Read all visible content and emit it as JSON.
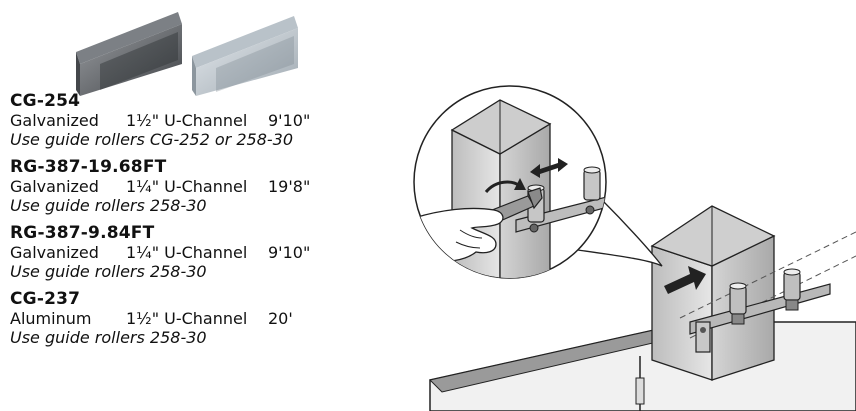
{
  "products": [
    {
      "code": "CG-254",
      "material": "Galvanized",
      "channel": "1½\" U-Channel",
      "length": "9'10\"",
      "note": "Use guide rollers CG-252 or 258-30"
    },
    {
      "code": "RG-387-19.68FT",
      "material": "Galvanized",
      "channel": "1¼\" U-Channel",
      "length": "19'8\"",
      "note": "Use guide rollers 258-30"
    },
    {
      "code": "RG-387-9.84FT",
      "material": "Galvanized",
      "channel": "1¼\" U-Channel",
      "length": "9'10\"",
      "note": "Use guide rollers 258-30"
    },
    {
      "code": "CG-237",
      "material": "Aluminum",
      "channel": "1½\" U-Channel",
      "length": "20'",
      "note": "Use guide rollers 258-30"
    }
  ],
  "colors": {
    "steel_dark": "#5e6165",
    "steel_light": "#c8d0d6",
    "post": "#d9d9d9",
    "arrow": "#222222"
  },
  "icons": [
    "u-channel-dark-icon",
    "u-channel-galvanized-icon",
    "installation-illustration",
    "wrench-icon",
    "guide-roller-icon"
  ]
}
